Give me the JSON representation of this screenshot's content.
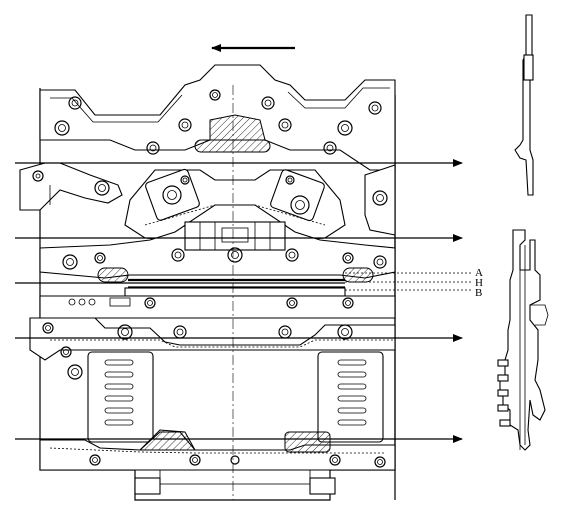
{
  "labels": {
    "a": "A",
    "h": "H",
    "b": "B"
  },
  "colors": {
    "ink": "#000000",
    "paper": "#ffffff"
  },
  "icons": [
    "arrow-left-icon",
    "arrow-right-icon"
  ]
}
